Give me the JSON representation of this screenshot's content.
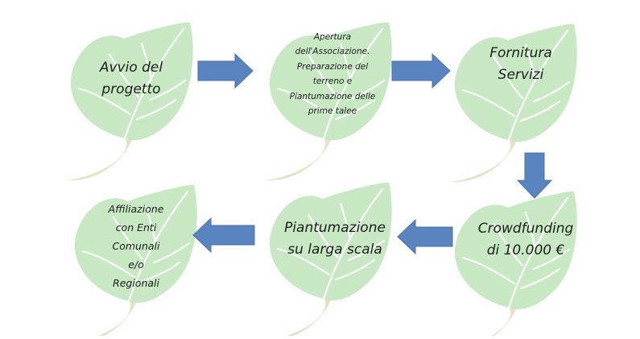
{
  "diagram": {
    "leaf_fill": "#c8e8c4",
    "leaf_vein": "#ffffff",
    "stem_color": "#eadfc6",
    "arrow_color": "#5a84c0",
    "text_color": "#1e1e1e",
    "nodes": [
      {
        "id": "avvio-progetto",
        "lines": [
          "Avvio del",
          "progetto"
        ]
      },
      {
        "id": "apertura-associazione",
        "lines": [
          "Apertura",
          "dell'Associazione.",
          "Preparazione del",
          "terreno e",
          "Piantumazione delle",
          "prime talee"
        ]
      },
      {
        "id": "fornitura-servizi",
        "lines": [
          "Fornitura",
          "Servizi"
        ]
      },
      {
        "id": "crowdfunding",
        "lines": [
          "Crowdfunding",
          "di 10.000 €"
        ]
      },
      {
        "id": "piantumazione-larga-scala",
        "lines": [
          "Piantumazione",
          "su larga scala"
        ]
      },
      {
        "id": "affiliazione",
        "lines": [
          "Affiliazione",
          "con Enti",
          "Comunali",
          "e/o",
          "Regionali"
        ]
      }
    ]
  }
}
